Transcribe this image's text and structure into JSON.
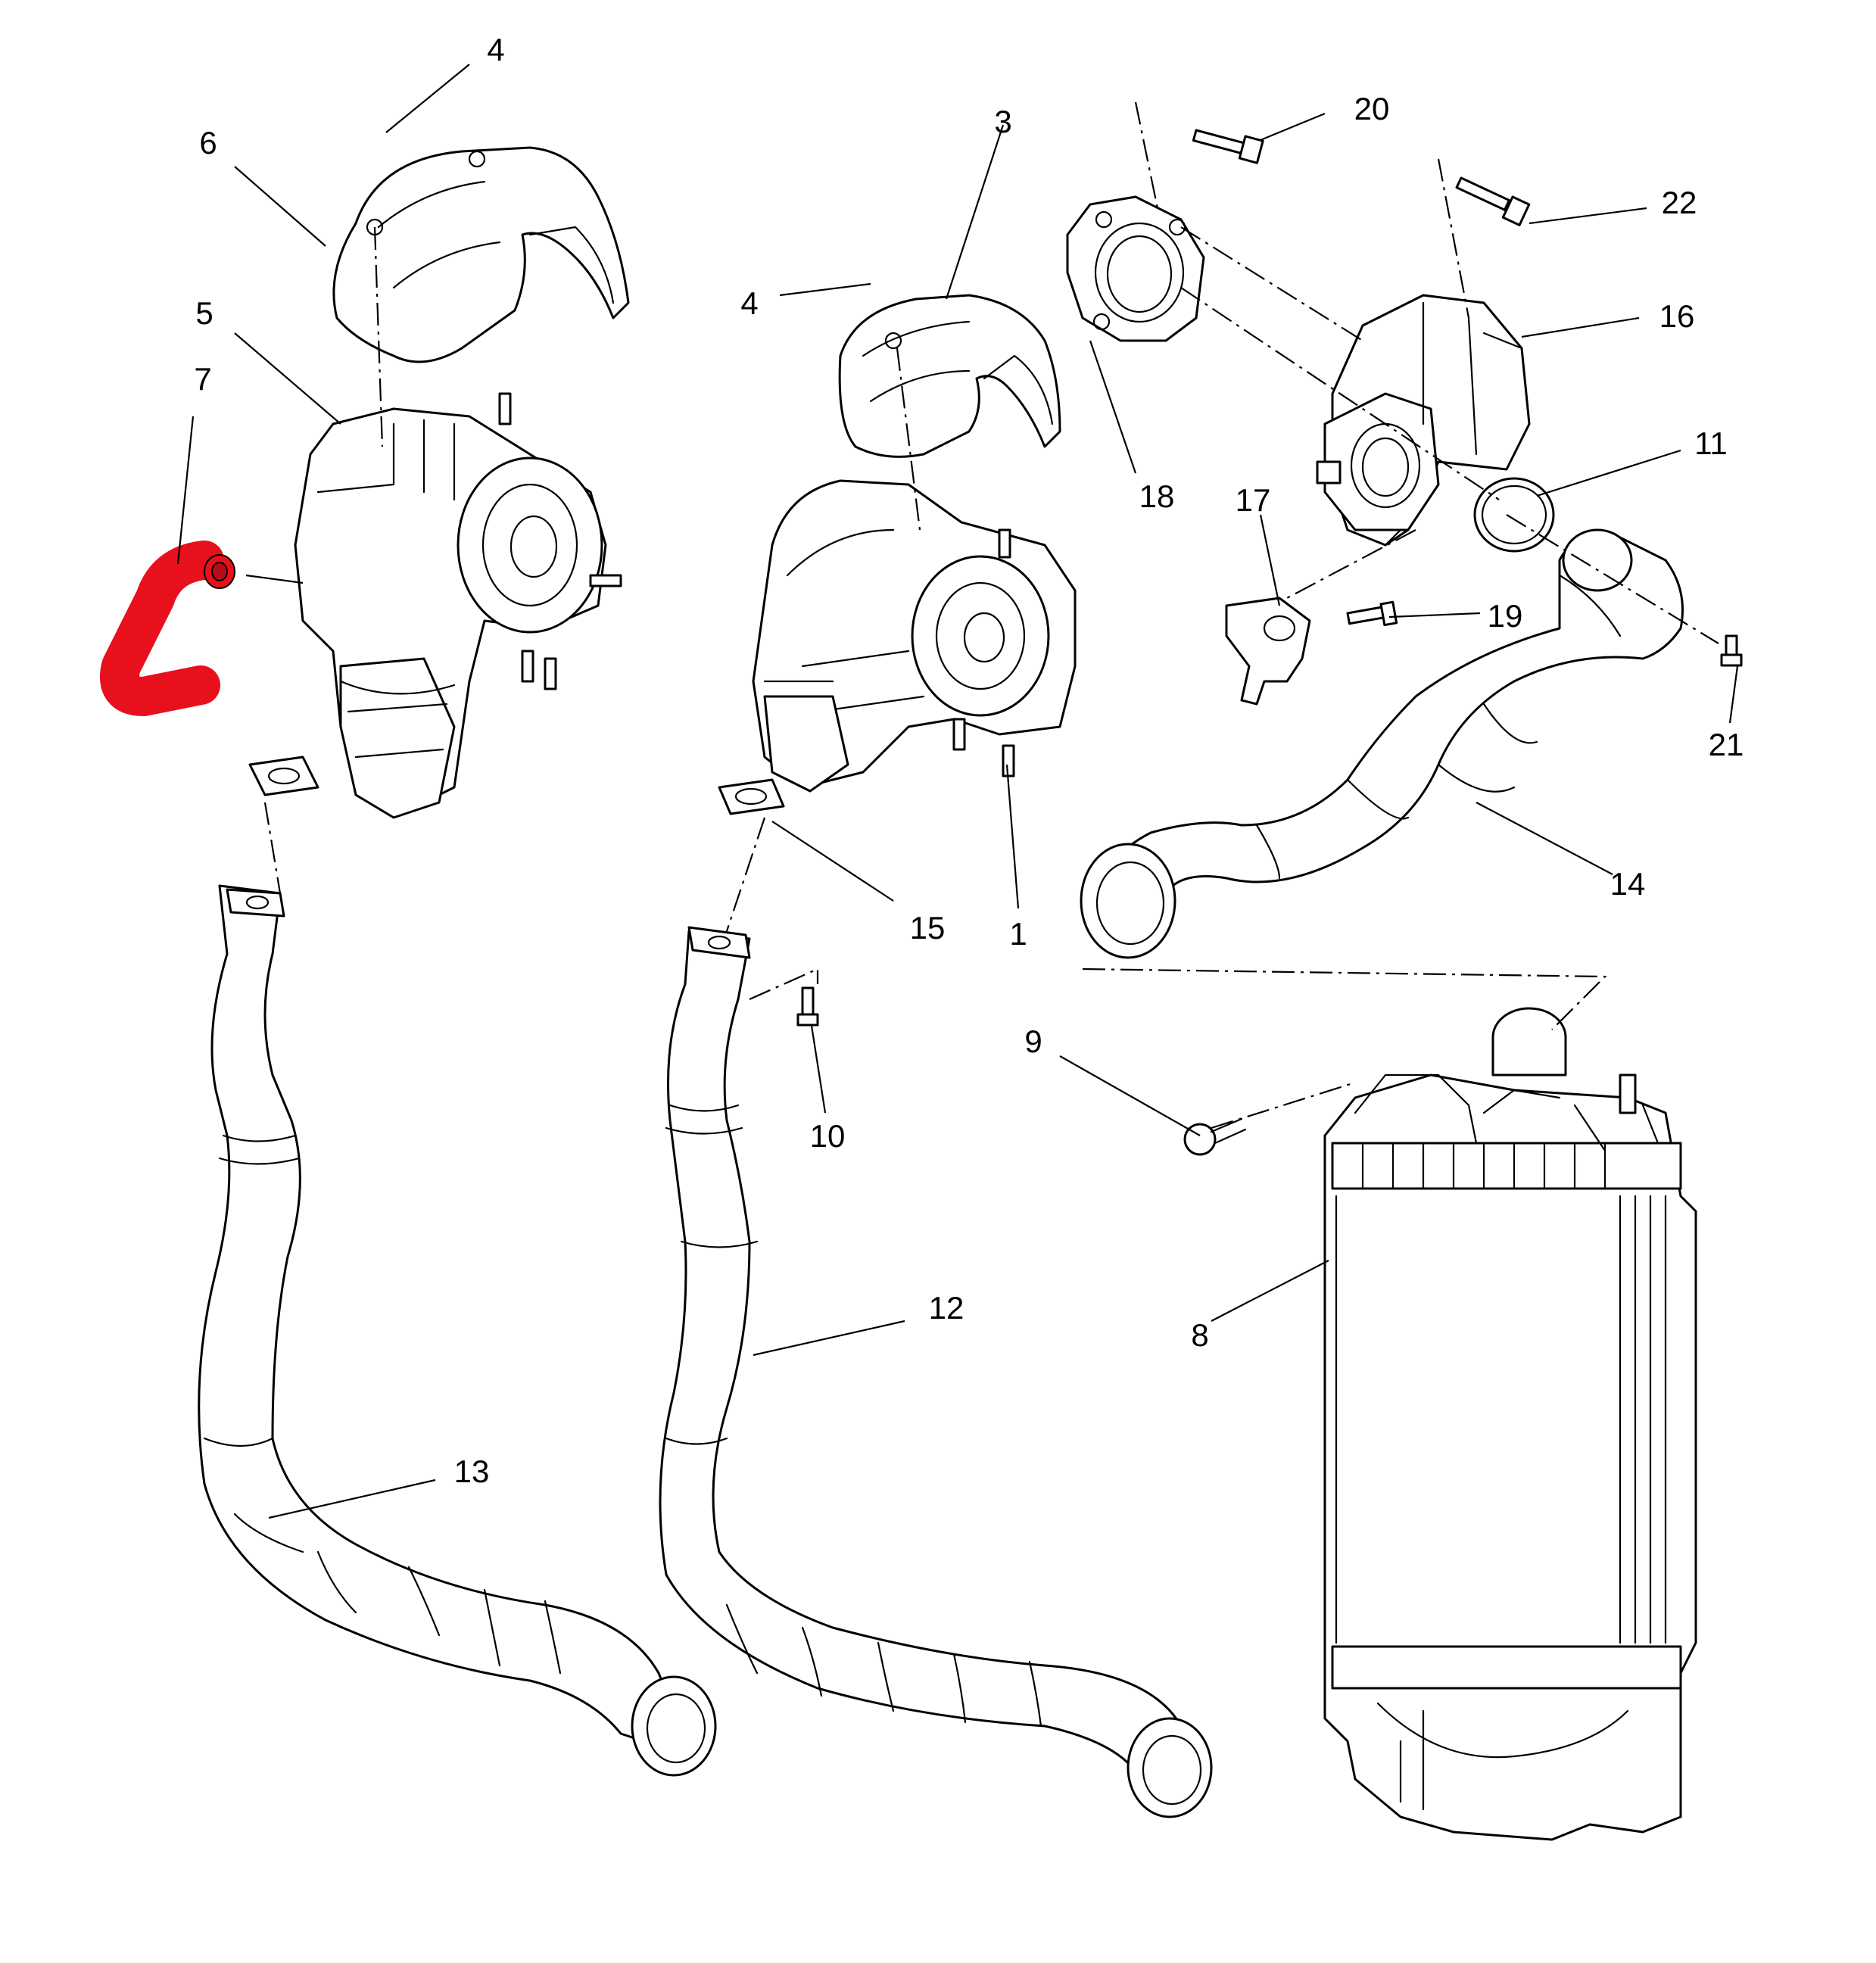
{
  "highlight_color": "#e8101c",
  "line_color": "#000000",
  "background_color": "#ffffff",
  "callouts": [
    {
      "id": "1",
      "text": "1"
    },
    {
      "id": "3",
      "text": "3"
    },
    {
      "id": "4a",
      "text": "4"
    },
    {
      "id": "4b",
      "text": "4"
    },
    {
      "id": "5",
      "text": "5"
    },
    {
      "id": "6",
      "text": "6"
    },
    {
      "id": "7",
      "text": "7"
    },
    {
      "id": "8",
      "text": "8"
    },
    {
      "id": "9",
      "text": "9"
    },
    {
      "id": "10",
      "text": "10"
    },
    {
      "id": "11",
      "text": "11"
    },
    {
      "id": "12",
      "text": "12"
    },
    {
      "id": "13",
      "text": "13"
    },
    {
      "id": "14",
      "text": "14"
    },
    {
      "id": "15",
      "text": "15"
    },
    {
      "id": "16",
      "text": "16"
    },
    {
      "id": "17",
      "text": "17"
    },
    {
      "id": "18",
      "text": "18"
    },
    {
      "id": "19",
      "text": "19"
    },
    {
      "id": "20",
      "text": "20"
    },
    {
      "id": "21",
      "text": "21"
    },
    {
      "id": "22",
      "text": "22"
    }
  ]
}
